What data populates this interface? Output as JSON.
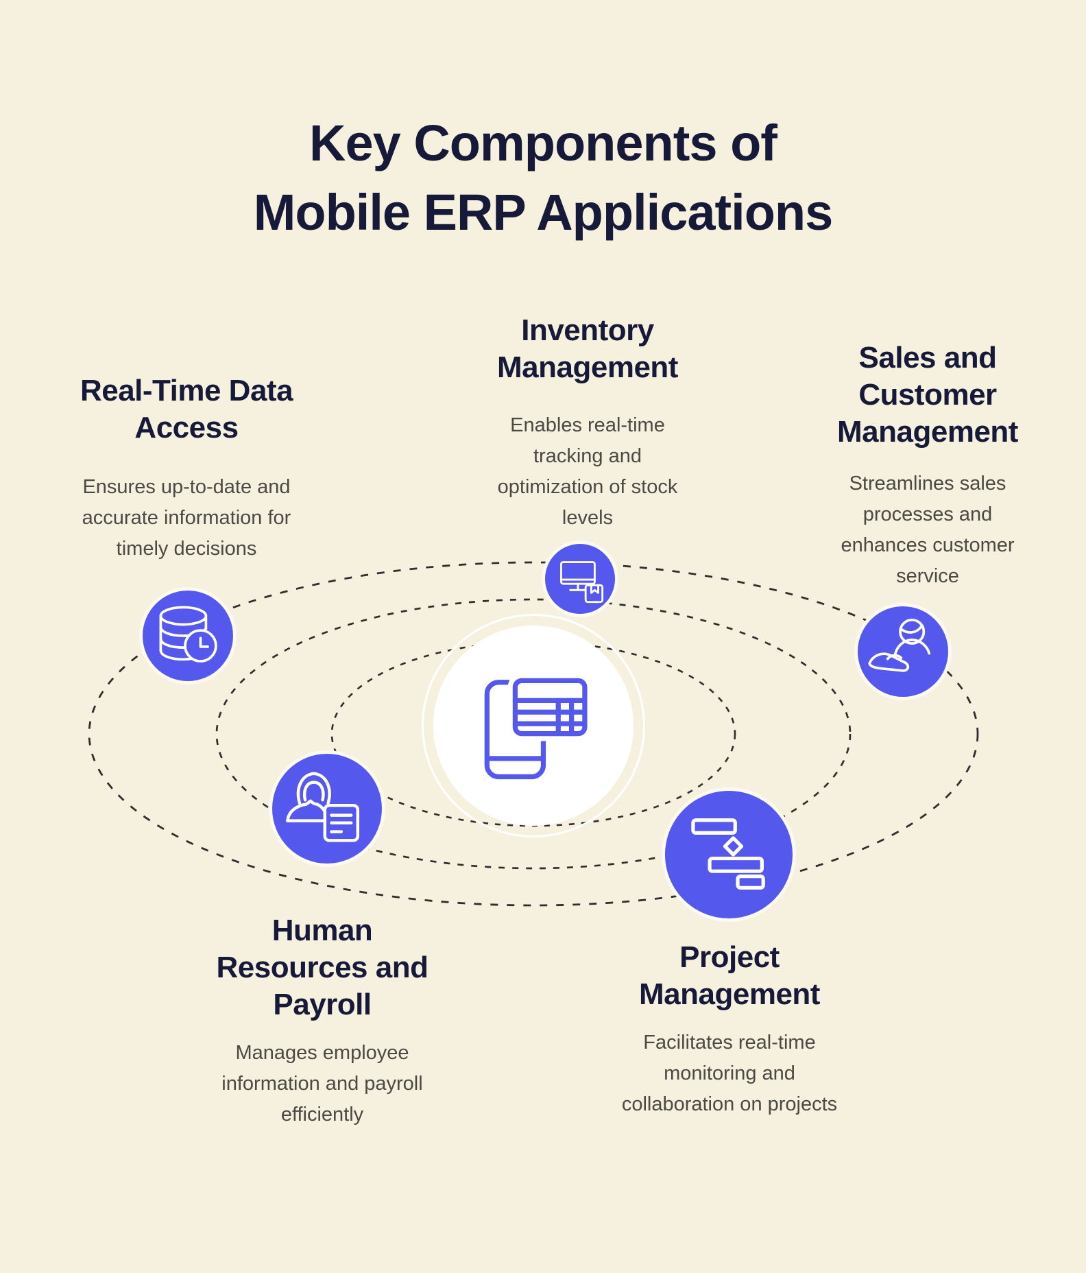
{
  "title": "Key Components of\nMobile ERP Applications",
  "components": [
    {
      "id": "real-time-data-access",
      "heading": "Real-Time Data\nAccess",
      "description": "Ensures up-to-date and\naccurate information for\ntimely decisions",
      "icon": "database-clock-icon"
    },
    {
      "id": "inventory-management",
      "heading": "Inventory\nManagement",
      "description": "Enables real-time\ntracking and\noptimization of stock\nlevels",
      "icon": "monitor-package-icon"
    },
    {
      "id": "sales-customer-management",
      "heading": "Sales and\nCustomer\nManagement",
      "description": "Streamlines sales\nprocesses and\nenhances customer\nservice",
      "icon": "hand-customer-icon"
    },
    {
      "id": "human-resources-payroll",
      "heading": "Human\nResources and\nPayroll",
      "description": "Manages employee\ninformation and payroll\nefficiently",
      "icon": "employee-document-icon"
    },
    {
      "id": "project-management",
      "heading": "Project\nManagement",
      "description": "Facilitates real-time\nmonitoring and\ncollaboration on projects",
      "icon": "gantt-chart-icon"
    }
  ],
  "center": {
    "icon": "phone-spreadsheet-icon"
  },
  "colors": {
    "background": "#F6F0DF",
    "accent": "#5558EC",
    "heading_text": "#171939",
    "body_text": "#4A4943",
    "orbit_dash": "#2E2E2E",
    "center_circle": "#FFFFFF"
  }
}
